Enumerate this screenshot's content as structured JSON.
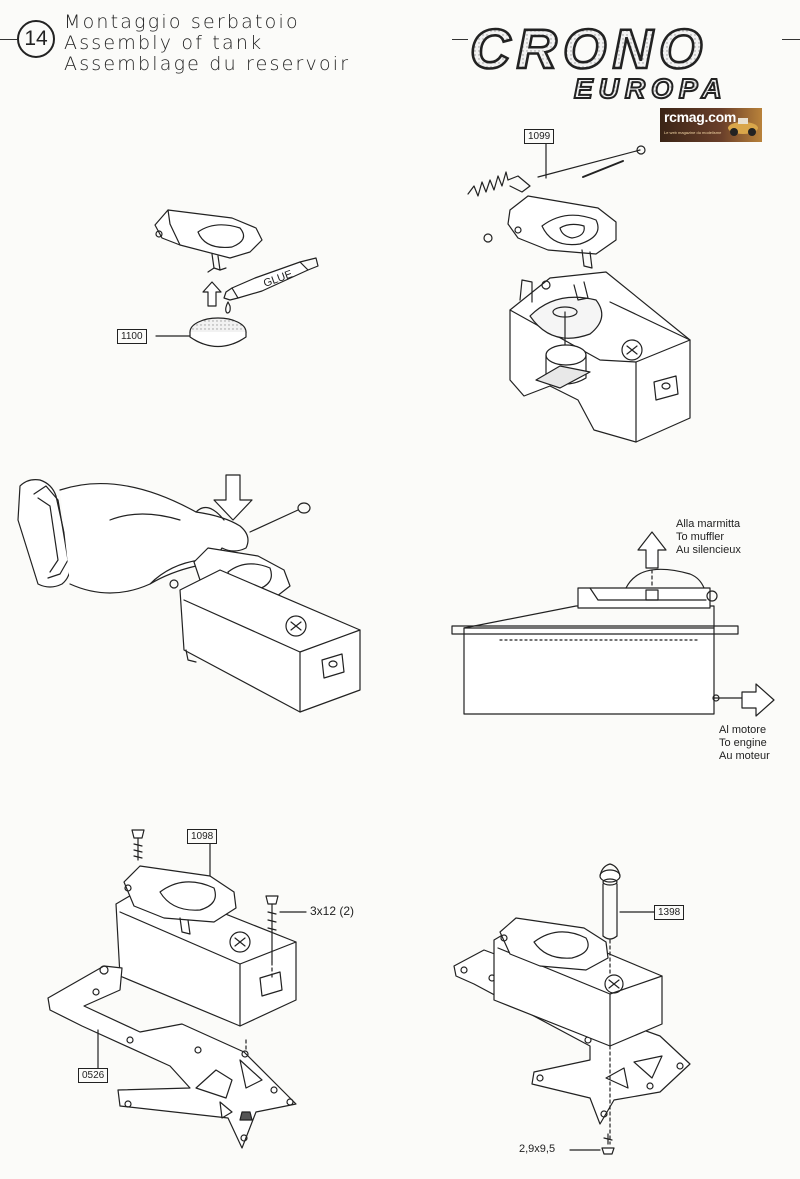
{
  "header": {
    "step_number": "14",
    "title_it": "Montaggio serbatoio",
    "title_en": "Assembly of tank",
    "title_fr": "Assemblage du reservoir"
  },
  "brand": {
    "logo_line1": "CRONO",
    "logo_line2": "EUROPA",
    "site": "rcmag.com",
    "site_tagline": "Le web magazine du modelisme"
  },
  "figure1": {
    "part_label": "1100",
    "tube_text": "GLUE"
  },
  "figure2": {
    "part_label": "1099"
  },
  "figure4": {
    "out_top": [
      "Alla marmitta",
      "To muffler",
      "Au silencieux"
    ],
    "out_right": [
      "Al motore",
      "To engine",
      "Au moteur"
    ]
  },
  "figure5": {
    "part_label_a": "1098",
    "part_label_b": "0526",
    "screw_label": "3x12 (2)"
  },
  "figure6": {
    "part_label": "1398",
    "screw_label": "2,9x9,5"
  },
  "colors": {
    "line": "#222222",
    "paper": "#fbfbf9",
    "logo_fill": "#e9e9e9"
  }
}
